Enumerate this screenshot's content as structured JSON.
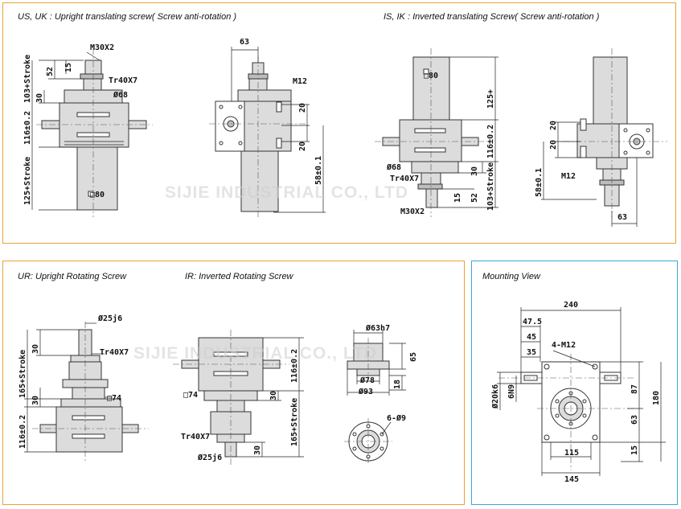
{
  "captions": {
    "us_uk": "US, UK : Upright translating screw( Screw anti-rotation )",
    "is_ik": "IS, IK : Inverted translating Screw( Screw anti-rotation )",
    "ur": "UR: Upright Rotating Screw",
    "ir": "IR: Inverted Rotating Screw",
    "mounting": "Mounting View"
  },
  "watermark": "SIJIE INDUSTRIAL CO., LTD",
  "labels": {
    "m30x2": "M30X2",
    "tr40x7": "Tr40X7",
    "d68": "Ø68",
    "sq80": "□80",
    "m12": "M12",
    "d25j6": "Ø25j6",
    "sq74": "□74",
    "d63h7": "Ø63h7",
    "d78": "Ø78",
    "d93": "Ø93",
    "holes_6d9": "6-Ø9",
    "holes_4m12": "4-M12",
    "d20k6": "Ø20k6",
    "key_6n9": "6N9"
  },
  "dims": {
    "v52": "52",
    "v15": "15",
    "v103s": "103+Stroke",
    "v30": "30",
    "v116": "116±0.2",
    "v125s": "125+Stroke",
    "v63": "63",
    "v20": "20",
    "v58": "58±0.1",
    "v125p": "125+",
    "v165s": "165+Stroke",
    "v65": "65",
    "v18": "18",
    "v240": "240",
    "v47_5": "47.5",
    "v45": "45",
    "v35": "35",
    "v87": "87",
    "v180": "180",
    "v115": "115",
    "v145": "145"
  },
  "colors": {
    "panel_orange": "#e8a23c",
    "panel_blue": "#3aa7d6"
  }
}
